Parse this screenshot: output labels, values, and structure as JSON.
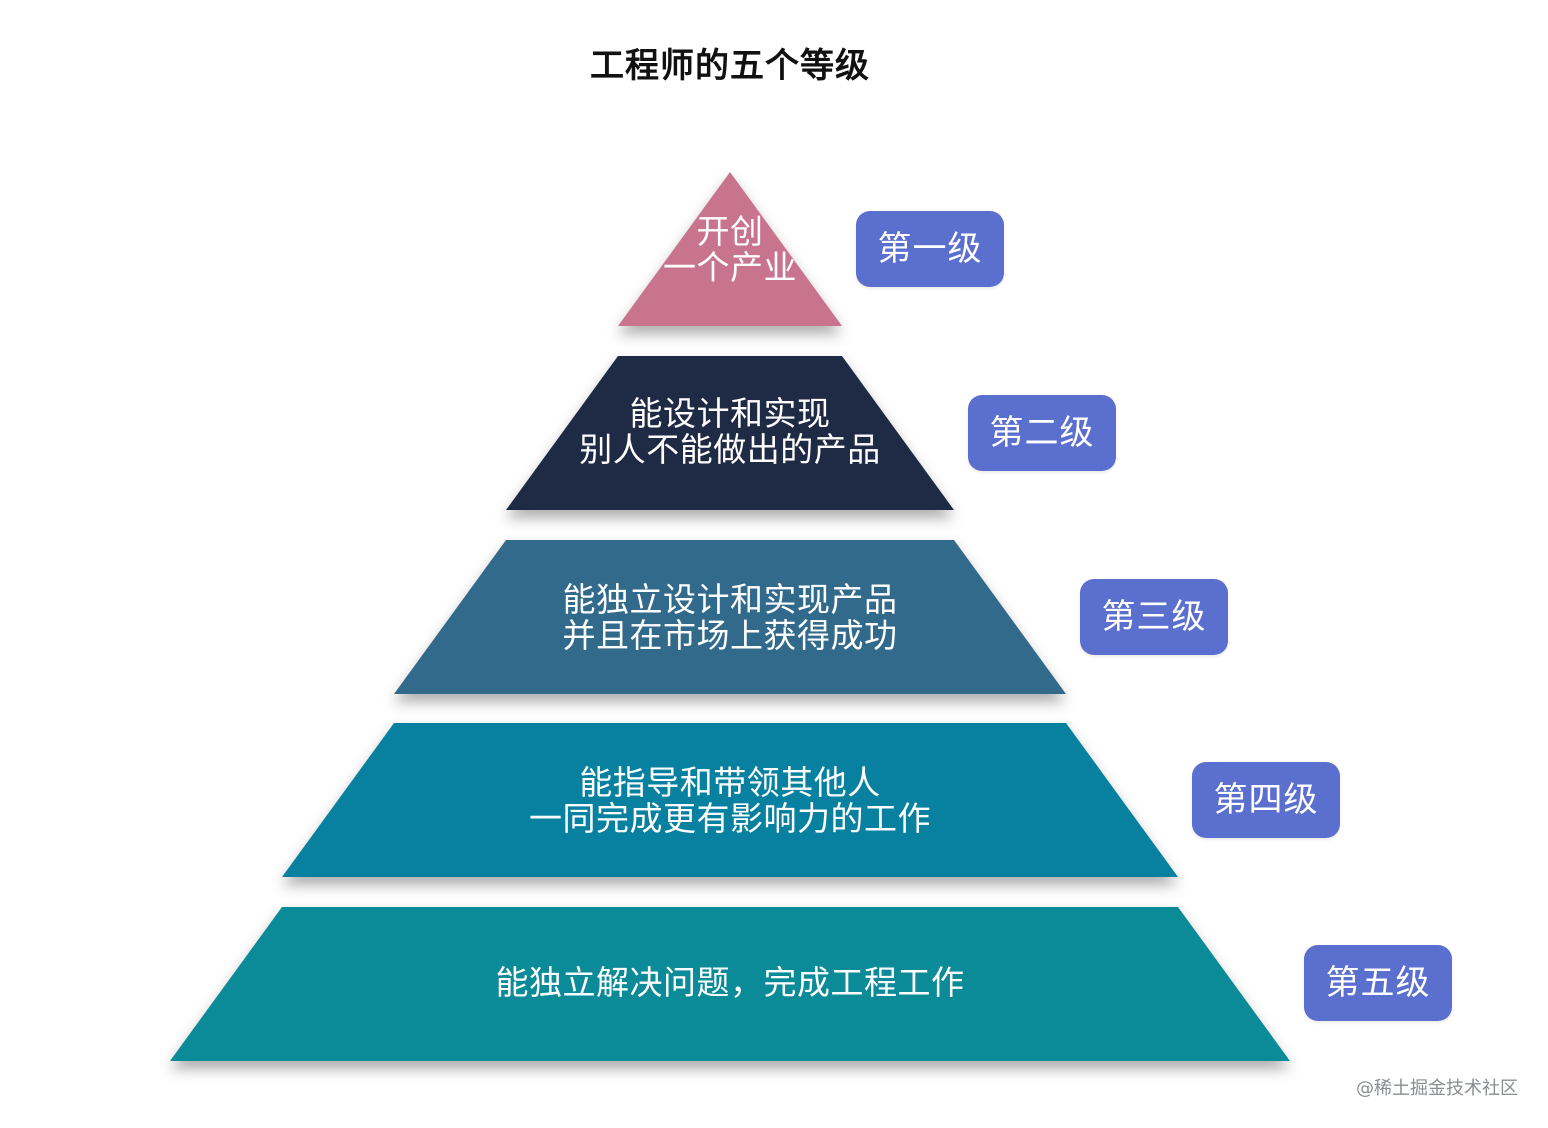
{
  "title": "工程师的五个等级",
  "colors": {
    "tier1": "#c9748f",
    "tier2": "#1f2a45",
    "tier3": "#326a8c",
    "tier4": "#07819f",
    "tier5": "#0b8a97",
    "badge": "#5b6fcf"
  },
  "levels": [
    {
      "badge": "第一级",
      "lines": [
        "开创",
        "一个产业"
      ]
    },
    {
      "badge": "第二级",
      "lines": [
        "能设计和实现",
        "别人不能做出的产品"
      ]
    },
    {
      "badge": "第三级",
      "lines": [
        "能独立设计和实现产品",
        "并且在市场上获得成功"
      ]
    },
    {
      "badge": "第四级",
      "lines": [
        "能指导和带领其他人",
        "一同完成更有影响力的工作"
      ]
    },
    {
      "badge": "第五级",
      "lines": [
        "能独立解决问题，完成工程工作"
      ]
    }
  ],
  "watermark": "@稀土掘金技术社区"
}
